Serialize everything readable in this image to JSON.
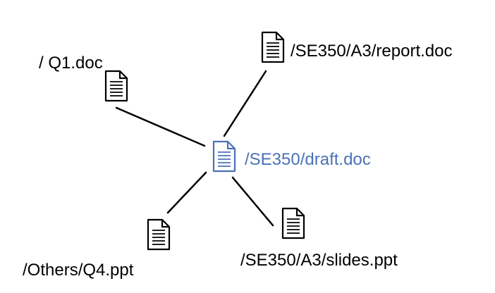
{
  "nodes": {
    "center": {
      "label": "/SE350/draft.doc",
      "color": "#4a72b8",
      "icon": "document-icon"
    },
    "report": {
      "label": "/SE350/A3/report.doc",
      "icon": "document-icon"
    },
    "q1": {
      "label": "/ Q1.doc",
      "icon": "document-icon"
    },
    "q4": {
      "label": "/Others/Q4.ppt",
      "icon": "document-icon"
    },
    "slides": {
      "label": "/SE350/A3/slides.ppt",
      "icon": "document-icon"
    }
  }
}
